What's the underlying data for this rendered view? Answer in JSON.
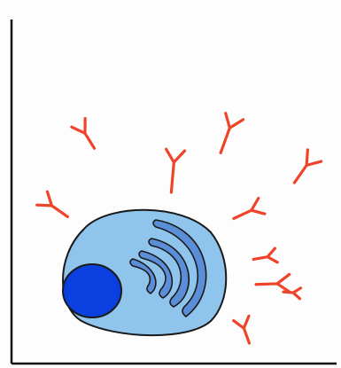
{
  "colors": {
    "background": "#fdfdfd",
    "frame": "#111111",
    "cell_fill": "#8fc4ec",
    "cell_outline": "#1a1a1a",
    "nucleus_fill": "#0a3fe0",
    "organelle_fill": "#5b8ed9",
    "antibody": "#f0442a"
  },
  "elements": {
    "cell": "cell-body",
    "nucleus": "nucleus",
    "organelle": "endoplasmic-reticulum",
    "antibody": "antibody"
  },
  "counts": {
    "antibodies": 10,
    "er_bands": 4
  }
}
